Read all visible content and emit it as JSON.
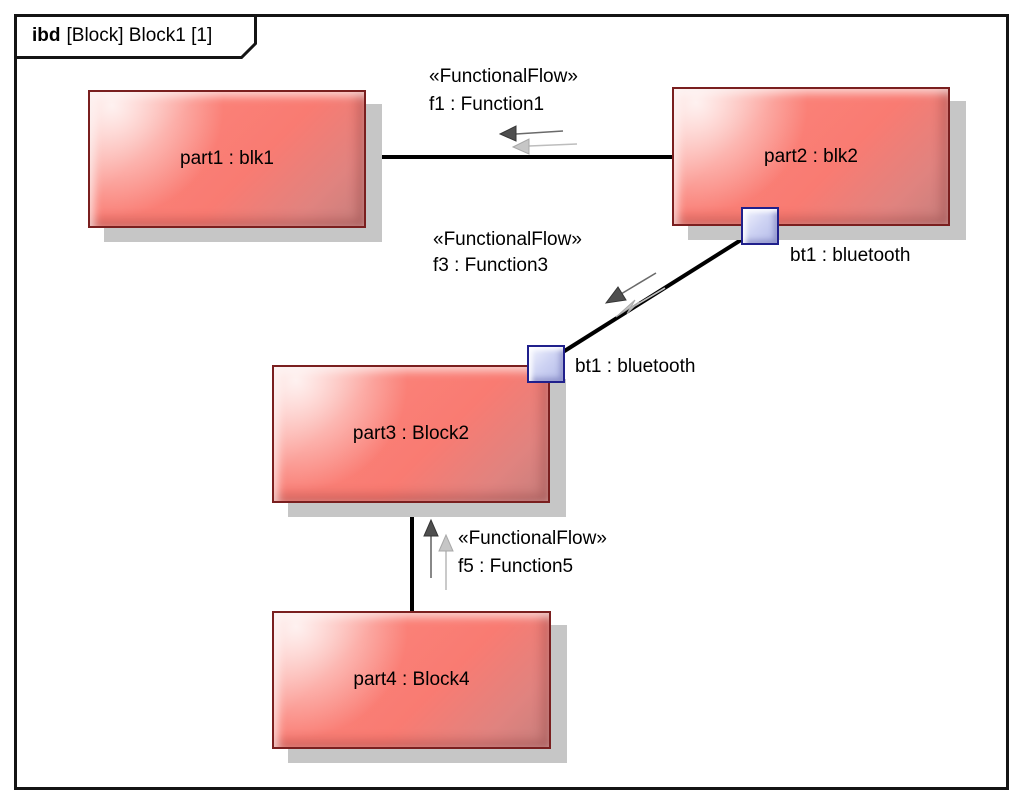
{
  "frame": {
    "title_keyword": "ibd",
    "title_rest": "[Block] Block1 [1]"
  },
  "blocks": [
    {
      "id": "part1",
      "label": "part1 : blk1"
    },
    {
      "id": "part2",
      "label": "part2 : blk2"
    },
    {
      "id": "part3",
      "label": "part3 : Block2"
    },
    {
      "id": "part4",
      "label": "part4 : Block4"
    }
  ],
  "ports": [
    {
      "id": "bt1-on-part2",
      "label": "bt1 : bluetooth"
    },
    {
      "id": "bt1-on-part3",
      "label": "bt1 : bluetooth"
    }
  ],
  "connectors": [
    {
      "id": "f1",
      "stereotype": "«FunctionalFlow»",
      "name": "f1 : Function1",
      "direction": "left"
    },
    {
      "id": "f3",
      "stereotype": "«FunctionalFlow»",
      "name": "f3 : Function3",
      "direction": "down-left"
    },
    {
      "id": "f5",
      "stereotype": "«FunctionalFlow»",
      "name": "f5 : Function5",
      "direction": "up"
    }
  ],
  "colors": {
    "block_fill": "#f97b72",
    "block_border": "#7a1f1f",
    "block_shadow": "#c6c6c6",
    "port_fill": "#ced3f3",
    "port_border": "#20208c",
    "connector": "#000000",
    "arrow_dark": "#4f4f4f",
    "arrow_light": "#c4c4c4",
    "frame_border": "#141414"
  }
}
